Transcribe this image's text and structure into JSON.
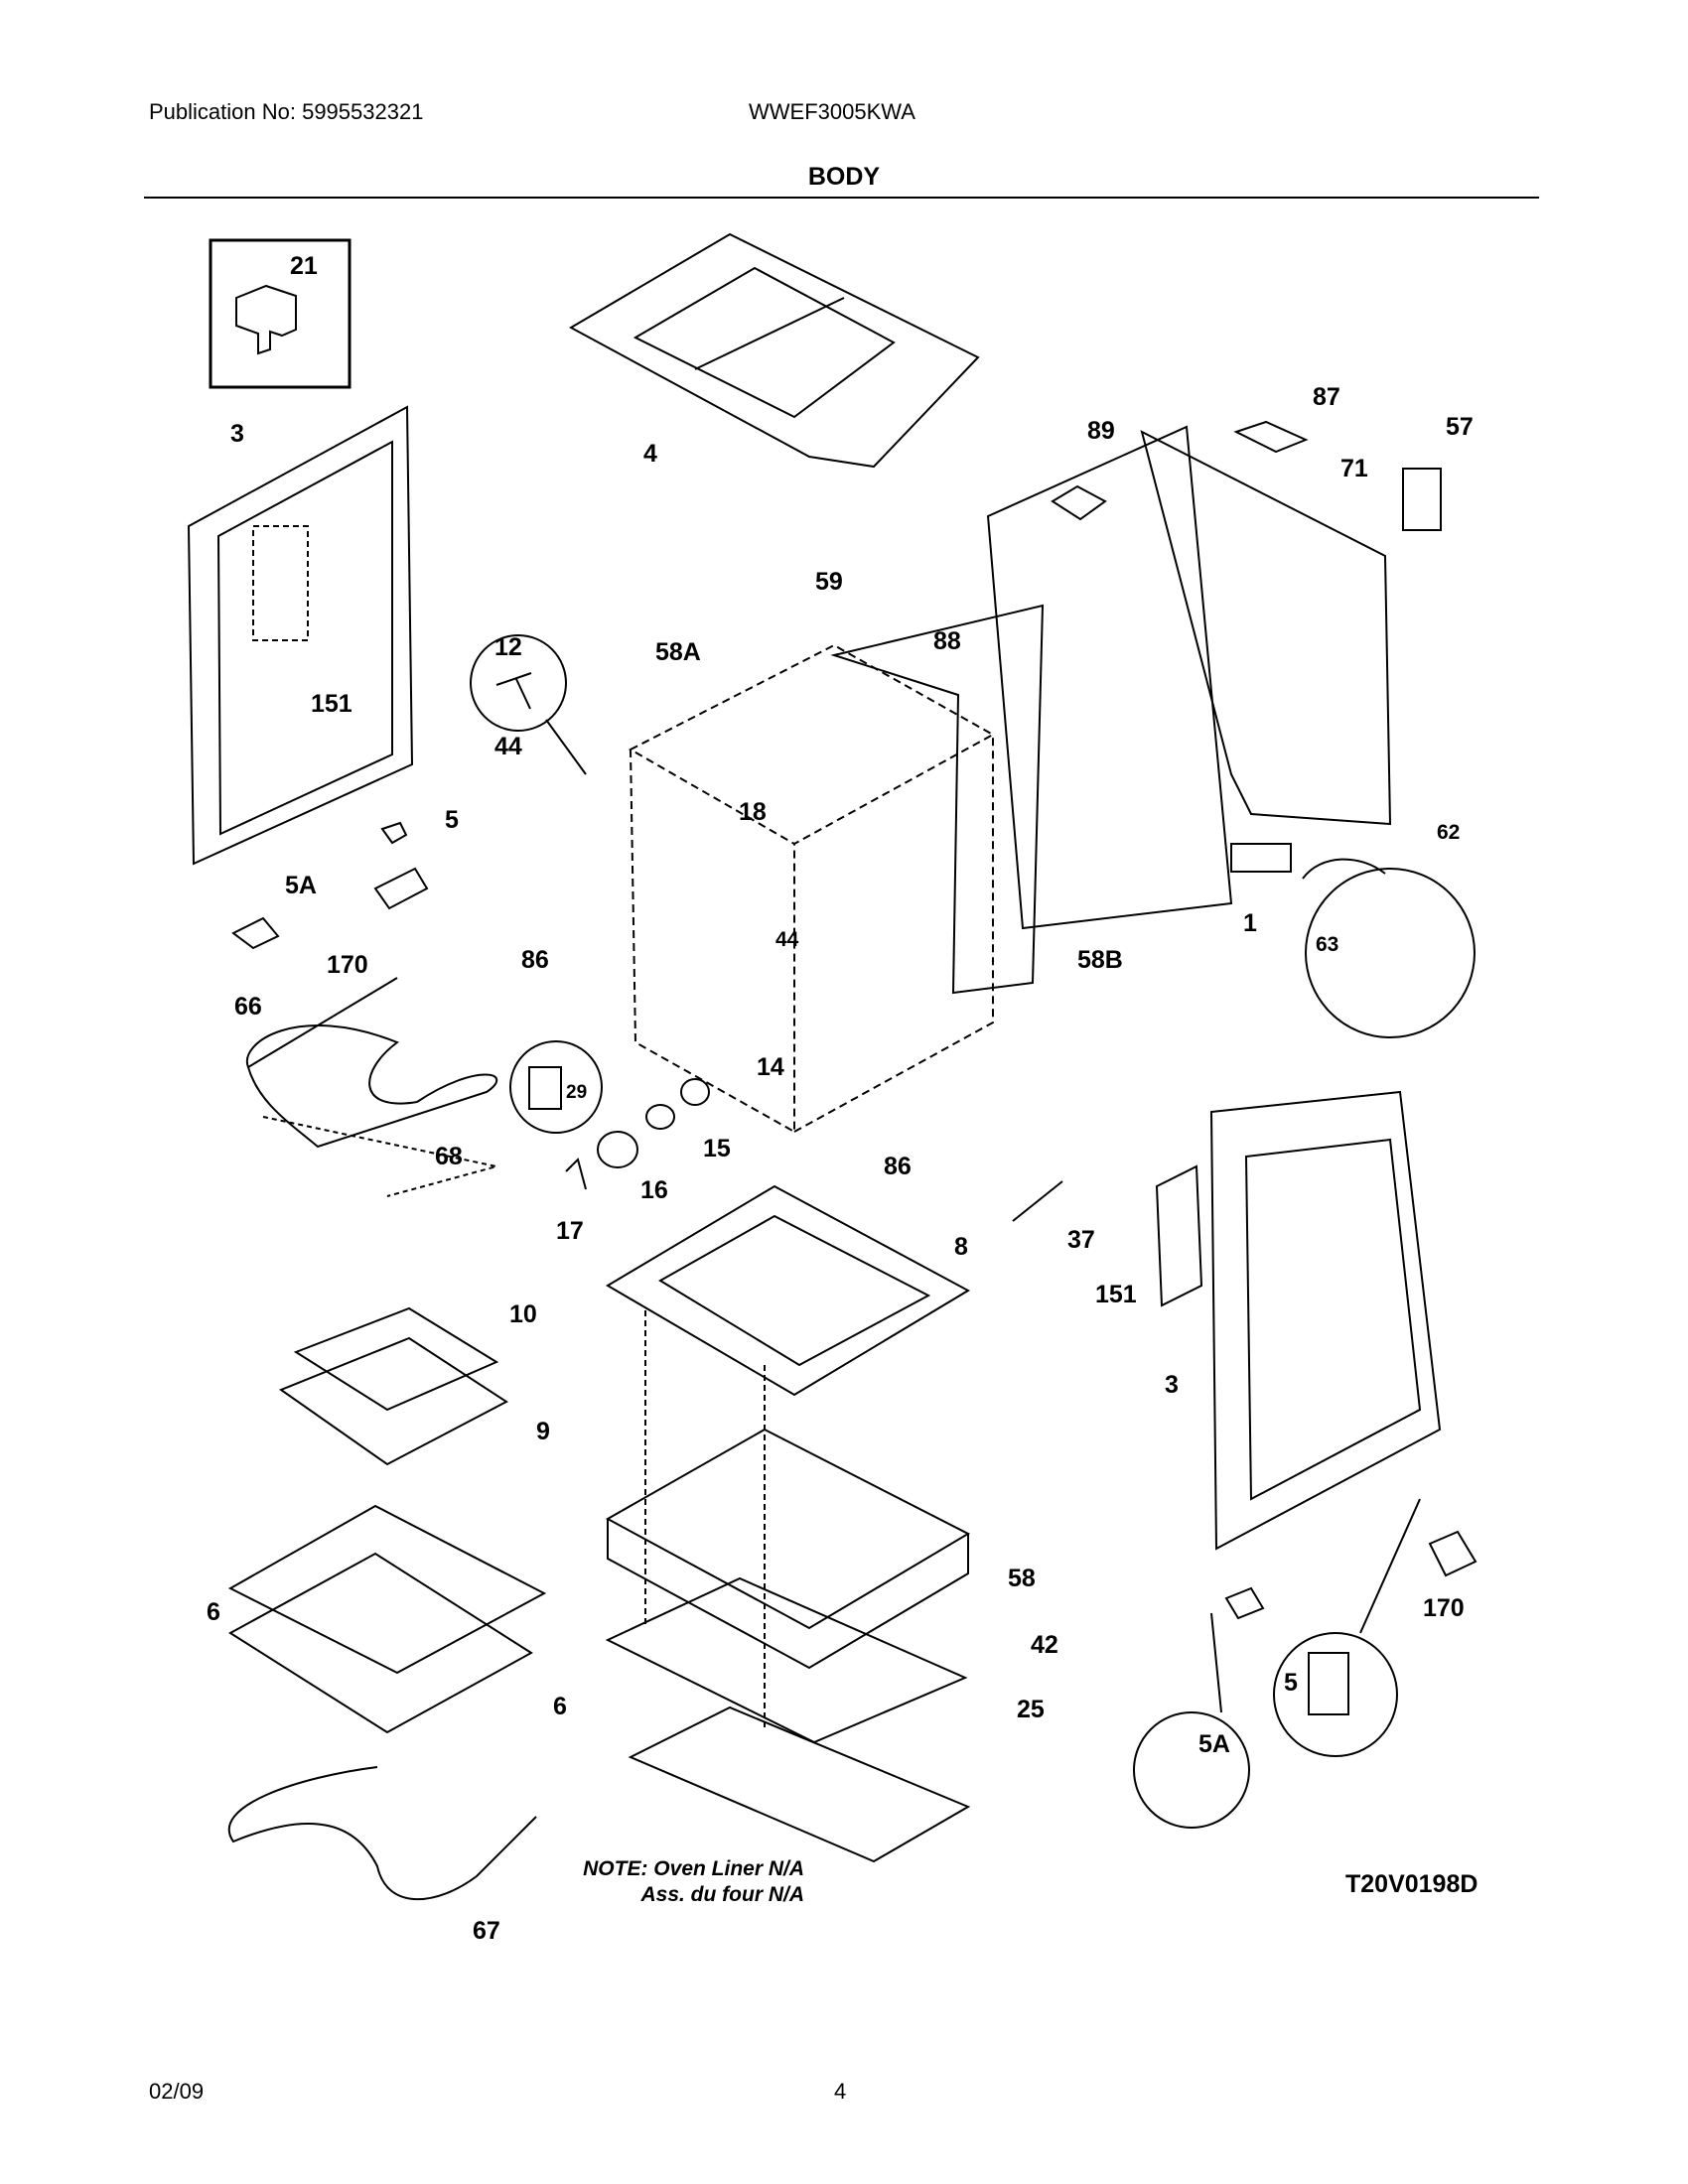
{
  "header": {
    "publication": "Publication No: 5995532321",
    "model": "WWEF3005KWA",
    "section": "BODY"
  },
  "diagram": {
    "labels": [
      "21",
      "3",
      "151",
      "4",
      "89",
      "87",
      "57",
      "71",
      "59",
      "88",
      "12",
      "58A",
      "44",
      "18",
      "5",
      "5A",
      "170",
      "86",
      "44",
      "58B",
      "1",
      "62",
      "63",
      "66",
      "29",
      "14",
      "15",
      "68",
      "16",
      "17",
      "86",
      "37",
      "151",
      "3",
      "8",
      "10",
      "9",
      "58",
      "6",
      "6",
      "42",
      "25",
      "67",
      "5",
      "5A",
      "170"
    ]
  },
  "notes": {
    "line1": "NOTE: Oven Liner N/A",
    "line2": "Ass. du four N/A"
  },
  "doc_id": "T20V0198D",
  "footer": {
    "date": "02/09",
    "page": "4"
  }
}
